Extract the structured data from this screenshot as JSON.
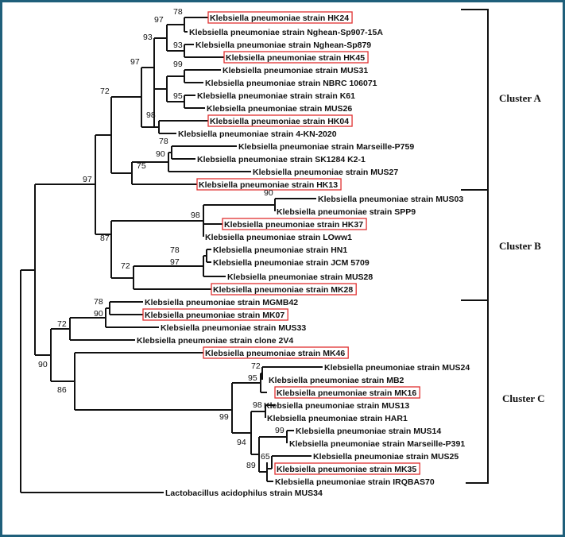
{
  "figure": {
    "highlight_color": "#e03030",
    "border_color": "#1f5f7a",
    "leaves": [
      {
        "id": "HK24",
        "label": "Klebsiella pneumoniae strain HK24",
        "highlighted": true
      },
      {
        "id": "Sp907",
        "label": "Klebsiella pneumoniae strain Nghean-Sp907-15A",
        "highlighted": false
      },
      {
        "id": "Sp879",
        "label": "Klebsiella pneumoniae strain Nghean-Sp879",
        "highlighted": false
      },
      {
        "id": "HK45",
        "label": "Klebsiella pneumoniae strain HK45",
        "highlighted": true
      },
      {
        "id": "MUS31",
        "label": "Klebsiella pneumoniae strain MUS31",
        "highlighted": false
      },
      {
        "id": "NBRC",
        "label": "Klebsiella pneumoniae strain NBRC 106071",
        "highlighted": false
      },
      {
        "id": "K61",
        "label": "Klebsiella pneumoniae strain strain K61",
        "highlighted": false
      },
      {
        "id": "MUS26",
        "label": "Klebsiella pneumoniae strain MUS26",
        "highlighted": false
      },
      {
        "id": "HK04",
        "label": "Klebsiella pneumoniae strain HK04",
        "highlighted": true
      },
      {
        "id": "KN2020",
        "label": "Klebsiella pneumoniae strain 4-KN-2020",
        "highlighted": false
      },
      {
        "id": "P759",
        "label": "Klebsiella pneumoniae strain Marseille-P759",
        "highlighted": false
      },
      {
        "id": "SK1284",
        "label": "Klebsiella pneumoniae strain SK1284  K2-1",
        "highlighted": false
      },
      {
        "id": "MUS27",
        "label": "Klebsiella pneumoniae strain MUS27",
        "highlighted": false
      },
      {
        "id": "HK13",
        "label": "Klebsiella pneumoniae strain HK13",
        "highlighted": true
      },
      {
        "id": "MUS03",
        "label": "Klebsiella pneumoniae strain MUS03",
        "highlighted": false
      },
      {
        "id": "SPP9",
        "label": "Klebsiella pneumoniae strain SPP9",
        "highlighted": false
      },
      {
        "id": "HK37",
        "label": "Klebsiella pneumoniae strain HK37",
        "highlighted": true
      },
      {
        "id": "LOww1",
        "label": "Klebsiella pneumoniae strain LOww1",
        "highlighted": false
      },
      {
        "id": "HN1",
        "label": "Klebsiella pneumoniae strain HN1",
        "highlighted": false
      },
      {
        "id": "JCM",
        "label": "Klebsiella pneumoniae strain JCM 5709",
        "highlighted": false
      },
      {
        "id": "MUS28",
        "label": "Klebsiella pneumoniae strain MUS28",
        "highlighted": false
      },
      {
        "id": "MK28",
        "label": "Klebsiella pneumoniae strain MK28",
        "highlighted": true
      },
      {
        "id": "MGMB42",
        "label": "Klebsiella pneumoniae strain MGMB42",
        "highlighted": false
      },
      {
        "id": "MK07",
        "label": "Klebsiella pneumoniae strain MK07",
        "highlighted": true
      },
      {
        "id": "MUS33",
        "label": "Klebsiella pneumoniae strain MUS33",
        "highlighted": false
      },
      {
        "id": "2V4",
        "label": "Klebsiella pneumoniae strain clone 2V4",
        "highlighted": false
      },
      {
        "id": "MK46",
        "label": "Klebsiella pneumoniae strain MK46",
        "highlighted": true
      },
      {
        "id": "MUS24",
        "label": "Klebsiella pneumoniae strain MUS24",
        "highlighted": false
      },
      {
        "id": "MB2",
        "label": "Klebsiella pneumoniae strain MB2",
        "highlighted": false
      },
      {
        "id": "MK16",
        "label": "Klebsiella pneumoniae strain MK16",
        "highlighted": true
      },
      {
        "id": "MUS13",
        "label": "Klebsiella pneumoniae strain MUS13",
        "highlighted": false
      },
      {
        "id": "HAR1",
        "label": "Klebsiella pneumoniae strain HAR1",
        "highlighted": false
      },
      {
        "id": "MUS14",
        "label": "Klebsiella pneumoniae strain MUS14",
        "highlighted": false
      },
      {
        "id": "P391",
        "label": "Klebsiella pneumoniae strain Marseille-P391",
        "highlighted": false
      },
      {
        "id": "MUS25",
        "label": "Klebsiella pneumoniae strain MUS25",
        "highlighted": false
      },
      {
        "id": "MK35",
        "label": "Klebsiella pneumoniae strain MK35",
        "highlighted": true
      },
      {
        "id": "IRQBAS70",
        "label": "Klebsiella pneumoniae strain IRQBAS70",
        "highlighted": false
      },
      {
        "id": "MUS34",
        "label": "Lactobacillus acidophilus strain MUS34",
        "highlighted": false
      }
    ],
    "bootstrap_values": [
      "78",
      "97",
      "93",
      "93",
      "99",
      "95",
      "97",
      "98",
      "72",
      "78",
      "90",
      "75",
      "97",
      "90",
      "98",
      "87",
      "78",
      "97",
      "72",
      "78",
      "90",
      "72",
      "90",
      "72",
      "95",
      "86",
      "98",
      "99",
      "99",
      "94",
      "65",
      "89"
    ],
    "clusters": [
      {
        "label": "Cluster A"
      },
      {
        "label": "Cluster B"
      },
      {
        "label": "Cluster C"
      }
    ]
  }
}
